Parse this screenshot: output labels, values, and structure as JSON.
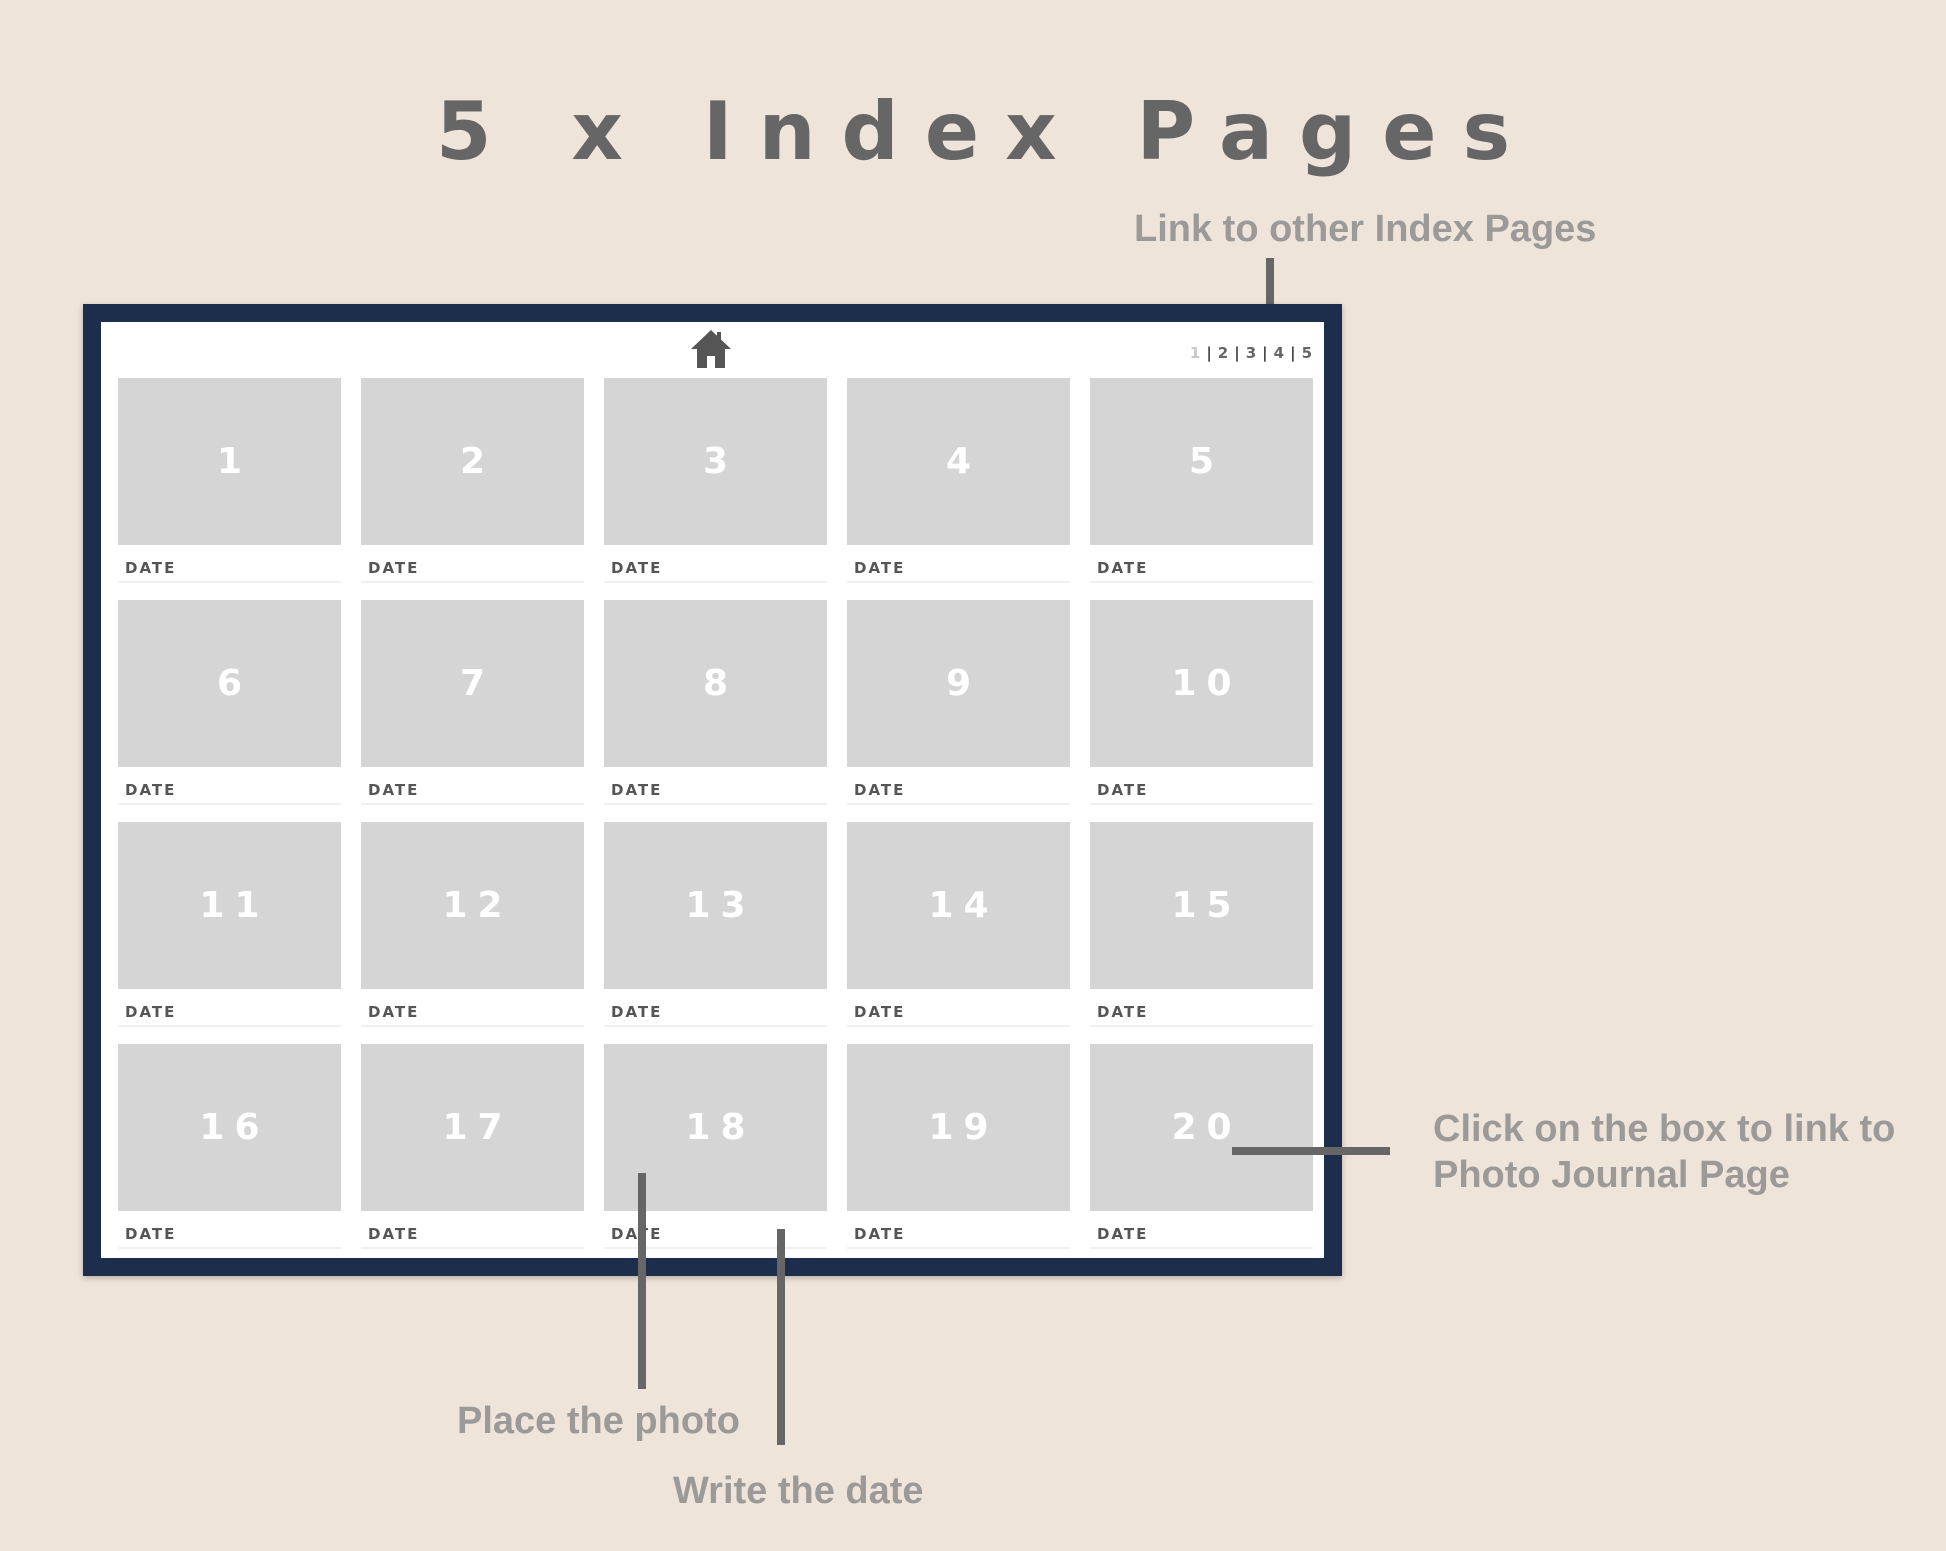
{
  "title": "5 x Index Pages",
  "callouts": {
    "links": "Link to other Index Pages",
    "click_line1": "Click on the box to link to",
    "click_line2": "Photo Journal Page",
    "photo": "Place the photo",
    "date": "Write the date"
  },
  "page_nav": {
    "pages": [
      "1",
      "2",
      "3",
      "4",
      "5"
    ],
    "separator": "|",
    "active_page": "1"
  },
  "home_icon": "home-icon",
  "cells": [
    {
      "number": "1",
      "date_label": "DATE"
    },
    {
      "number": "2",
      "date_label": "DATE"
    },
    {
      "number": "3",
      "date_label": "DATE"
    },
    {
      "number": "4",
      "date_label": "DATE"
    },
    {
      "number": "5",
      "date_label": "DATE"
    },
    {
      "number": "6",
      "date_label": "DATE"
    },
    {
      "number": "7",
      "date_label": "DATE"
    },
    {
      "number": "8",
      "date_label": "DATE"
    },
    {
      "number": "9",
      "date_label": "DATE"
    },
    {
      "number": "10",
      "date_label": "DATE"
    },
    {
      "number": "11",
      "date_label": "DATE"
    },
    {
      "number": "12",
      "date_label": "DATE"
    },
    {
      "number": "13",
      "date_label": "DATE"
    },
    {
      "number": "14",
      "date_label": "DATE"
    },
    {
      "number": "15",
      "date_label": "DATE"
    },
    {
      "number": "16",
      "date_label": "DATE"
    },
    {
      "number": "17",
      "date_label": "DATE"
    },
    {
      "number": "18",
      "date_label": "DATE"
    },
    {
      "number": "19",
      "date_label": "DATE"
    },
    {
      "number": "20",
      "date_label": "DATE"
    }
  ],
  "colors": {
    "background": "#efe4d9",
    "frame": "#1d2d4c",
    "photo_box": "#d5d5d5",
    "text_dark": "#666666",
    "callout_text": "#9b9a98"
  }
}
